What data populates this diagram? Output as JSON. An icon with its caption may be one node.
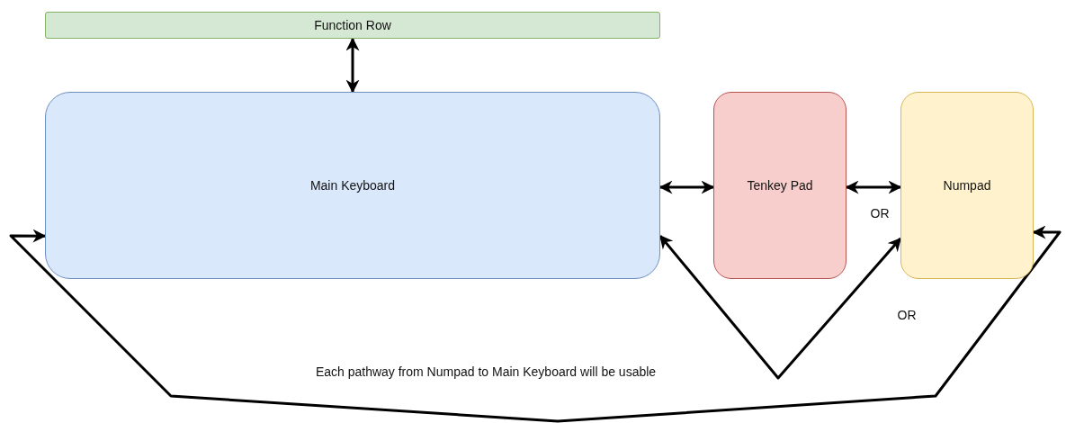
{
  "diagram": {
    "nodes": [
      {
        "text": [
          "Function Row"
        ]
      },
      {
        "text": [
          "Main Keyboard"
        ]
      },
      {
        "text": [
          "Tenkey Pad"
        ]
      },
      {
        "text": [
          "Numpad"
        ]
      }
    ],
    "edges": [
      {
        "from": 0,
        "to": 1,
        "arrow": "both"
      },
      {
        "from": 1,
        "to": 2,
        "arrow": "both"
      },
      {
        "from": 2,
        "to": 3,
        "arrow": "both"
      },
      {
        "from": 1,
        "to": 3,
        "arrow": "both"
      },
      {
        "from": 1,
        "to": 3,
        "arrow": "both"
      }
    ],
    "labels": [
      "OR",
      "OR",
      "Each pathway from Numpad to Main Keyboard will be usable"
    ]
  }
}
